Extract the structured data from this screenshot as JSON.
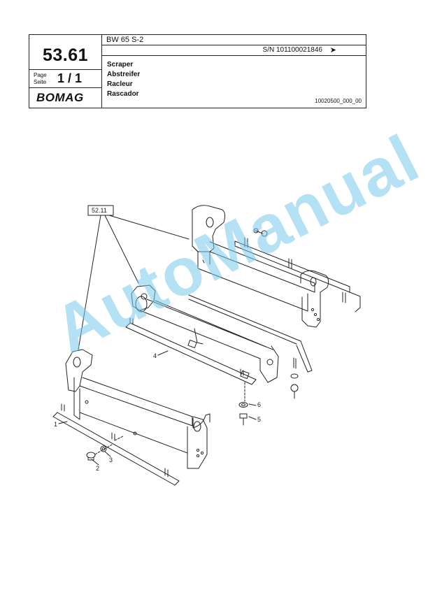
{
  "header": {
    "section_number": "53.61",
    "model": "BW 65 S-2",
    "serial": "S/N 101100021846",
    "serial_arrow": "➤",
    "page_label": "Page",
    "seite_label": "Seite",
    "page_number": "1 / 1",
    "brand": "BOMAG",
    "titles": [
      "Scraper",
      "Abstreifer",
      "Racleur",
      "Rascador"
    ],
    "drawing_code": "10020500_000_00"
  },
  "diagram": {
    "reference_box": "52.11",
    "callouts": [
      "1",
      "2",
      "3",
      "4",
      "5",
      "6"
    ]
  },
  "watermark": "AutoManual"
}
